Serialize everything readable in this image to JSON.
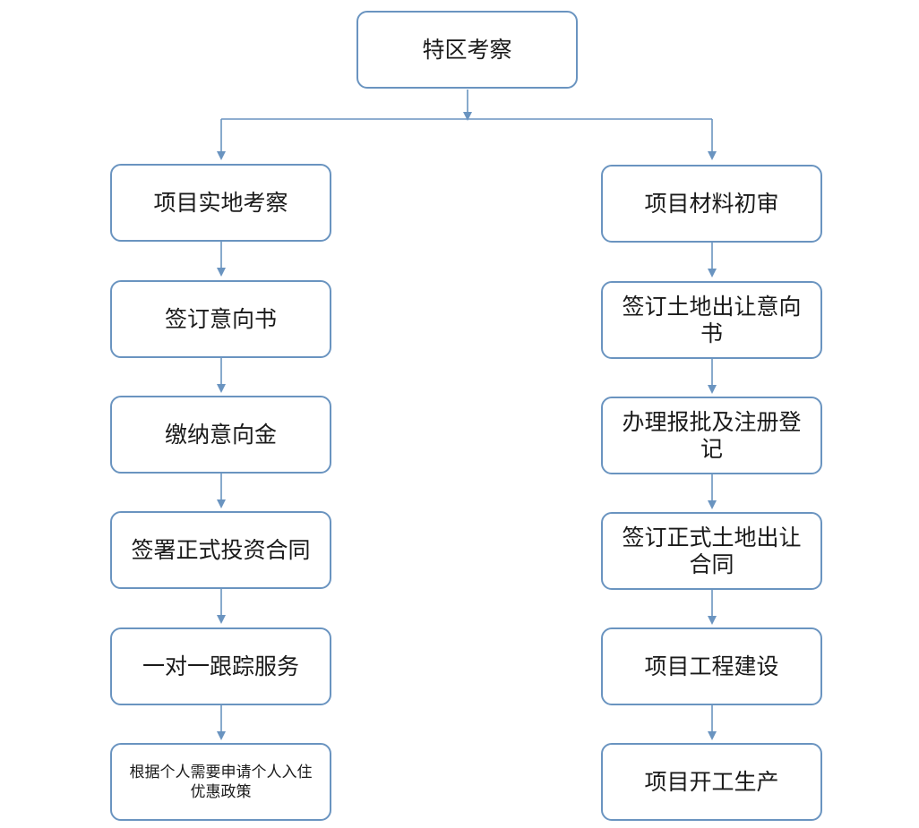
{
  "diagram": {
    "colors": {
      "border": "#6a94c0",
      "connector": "#6a94c0",
      "text": "#1a1a1a",
      "background": "#ffffff"
    },
    "top": "特区考察",
    "left": [
      "项目实地考察",
      "签订意向书",
      "缴纳意向金",
      "签署正式投资合同",
      "一对一跟踪服务",
      "根据个人需要申请个人入住优惠政策"
    ],
    "right": [
      "项目材料初审",
      "签订土地出让意向书",
      "办理报批及注册登记",
      "签订正式土地出让合同",
      "项目工程建设",
      "项目开工生产"
    ]
  }
}
